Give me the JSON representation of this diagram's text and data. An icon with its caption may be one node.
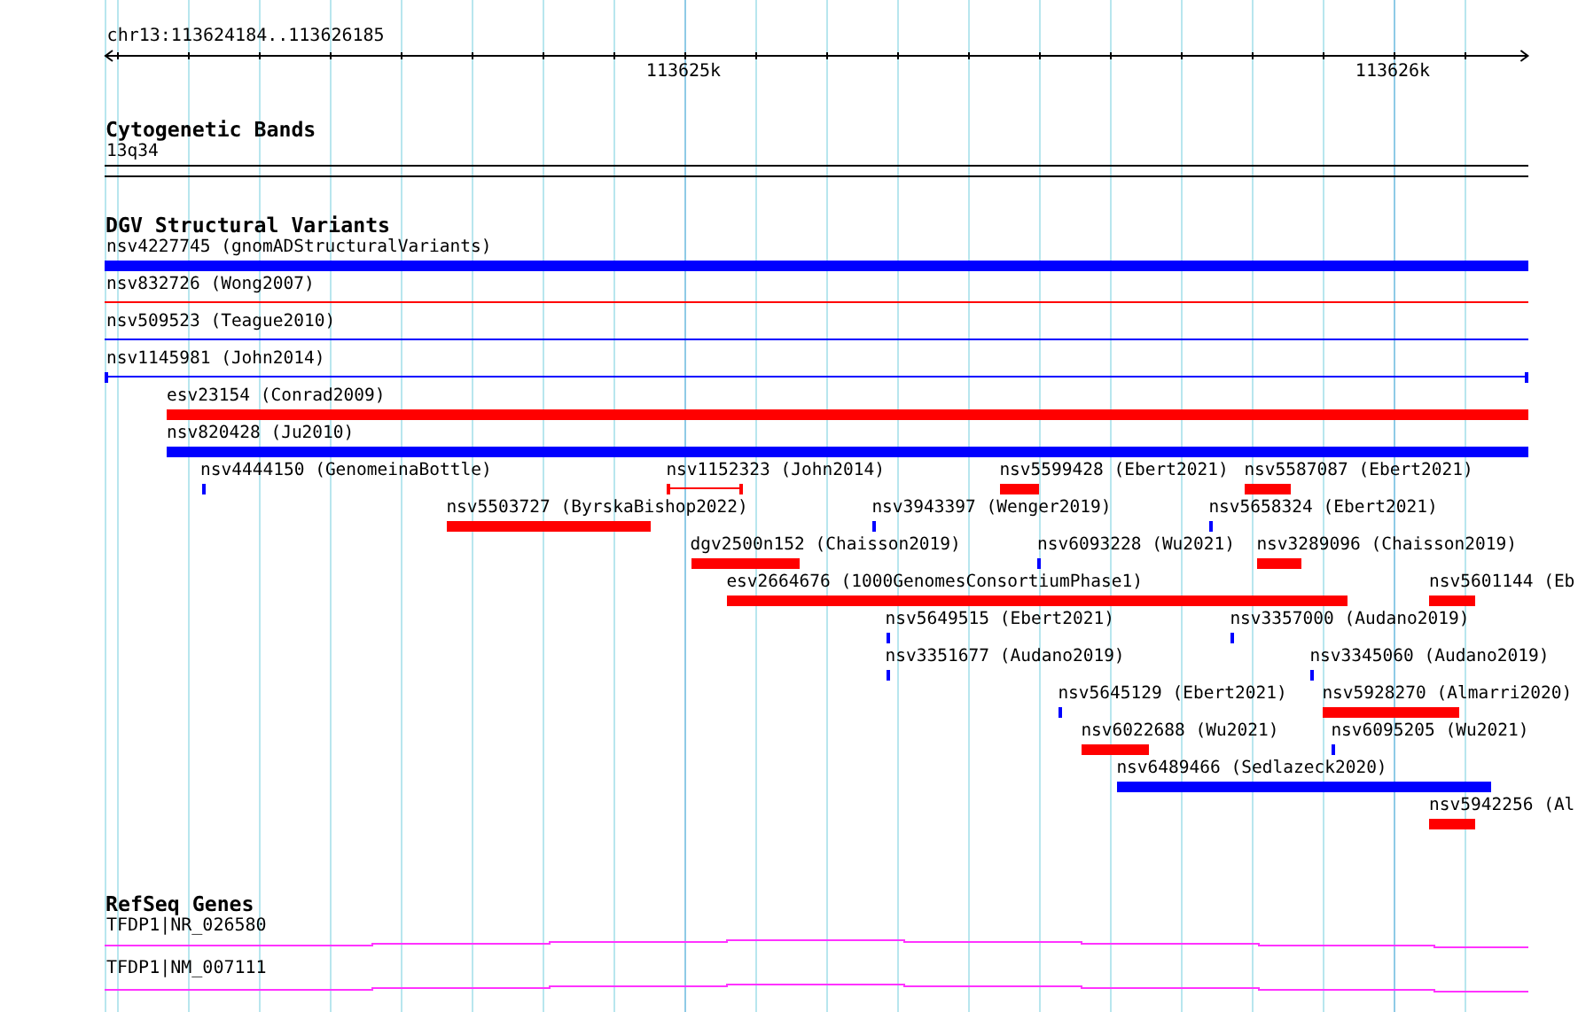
{
  "diagram": {
    "nodes": [
      {
        "text": [
          "13q34"
        ]
      },
      {
        "text": [
          "nsv4227745 (gnomADStructuralVariants)"
        ]
      },
      {
        "text": [
          "nsv832726 (Wong2007)"
        ]
      },
      {
        "text": [
          "nsv509523 (Teague2010)"
        ]
      },
      {
        "text": [
          "nsv1145981 (John2014)"
        ]
      },
      {
        "text": [
          "esv23154 (Conrad2009)"
        ]
      },
      {
        "text": [
          "nsv820428 (Ju2010)"
        ]
      },
      {
        "text": [
          "nsv4444150 (GenomeinaBottle)"
        ]
      },
      {
        "text": [
          "nsv1152323 (John2014)"
        ]
      },
      {
        "text": [
          "nsv5599428 (Ebert2021)"
        ]
      },
      {
        "text": [
          "nsv5587087 (Ebert2021)"
        ]
      },
      {
        "text": [
          "nsv5503727 (ByrskaBishop2022)"
        ]
      },
      {
        "text": [
          "nsv3943397 (Wenger2019)"
        ]
      },
      {
        "text": [
          "nsv5658324 (Ebert2021)"
        ]
      },
      {
        "text": [
          "dgv2500n152 (Chaisson2019)"
        ]
      },
      {
        "text": [
          "nsv6093228 (Wu2021)"
        ]
      },
      {
        "text": [
          "nsv3289096 (Chaisson2019)"
        ]
      },
      {
        "text": [
          "esv2664676 (1000GenomesConsortiumPhase1)"
        ]
      },
      {
        "text": [
          "nsv5601144 (Eb"
        ]
      },
      {
        "text": [
          "nsv5649515 (Ebert2021)"
        ]
      },
      {
        "text": [
          "nsv3357000 (Audano2019)"
        ]
      },
      {
        "text": [
          "nsv3351677 (Audano2019)"
        ]
      },
      {
        "text": [
          "nsv3345060 (Audano2019)"
        ]
      },
      {
        "text": [
          "nsv5645129 (Ebert2021)"
        ]
      },
      {
        "text": [
          "nsv5928270 (Almarri2020)"
        ]
      },
      {
        "text": [
          "nsv6022688 (Wu2021)"
        ]
      },
      {
        "text": [
          "nsv6095205 (Wu2021)"
        ]
      },
      {
        "text": [
          "nsv6489466 (Sedlazeck2020)"
        ]
      },
      {
        "text": [
          "nsv5942256 (Al"
        ]
      },
      {
        "text": [
          "TFDP1|NR_026580"
        ]
      },
      {
        "text": [
          "TFDP1|NM_007111"
        ]
      }
    ],
    "labels": [
      "chr13:113624184..113626185",
      "113625k",
      "113626k",
      "Cytogenetic Bands",
      "DGV Structural Variants",
      "RefSeq Genes"
    ]
  }
}
